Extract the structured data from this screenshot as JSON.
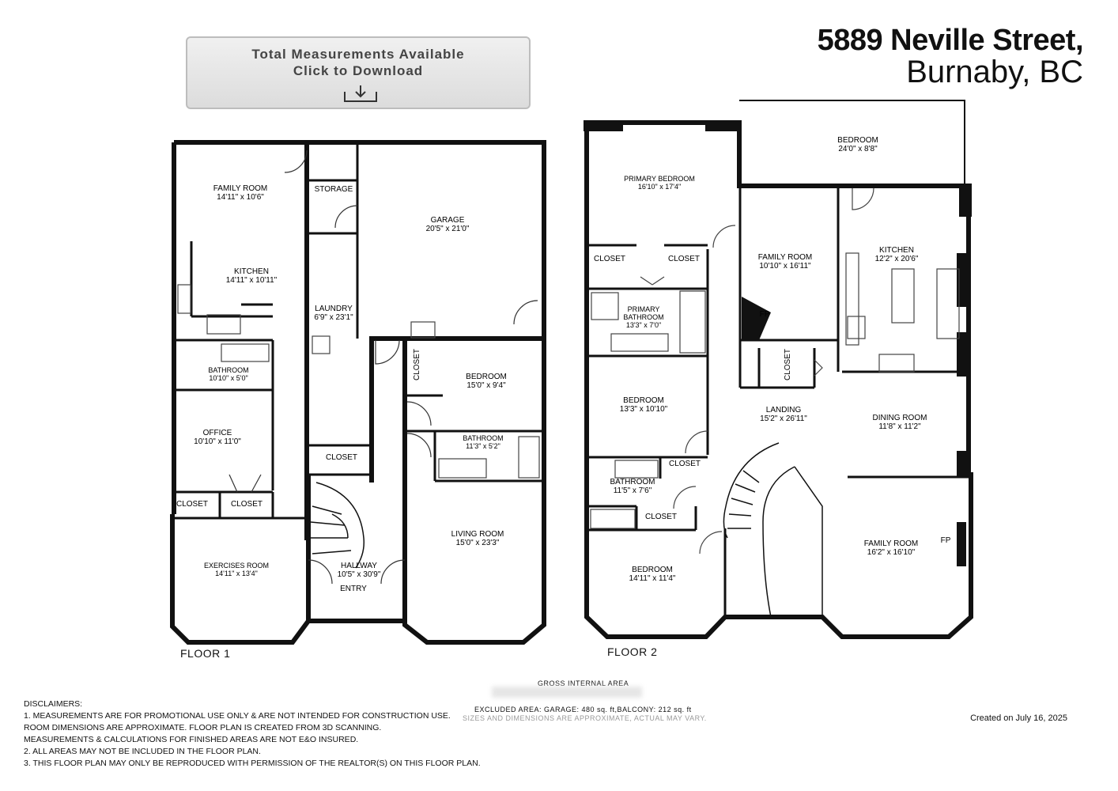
{
  "download": {
    "line1": "Total Measurements Available",
    "line2": "Click to Download",
    "icon": "download-icon"
  },
  "address": {
    "line1": "5889 Neville Street,",
    "line2": "Burnaby, BC"
  },
  "floors": [
    {
      "label": "FLOOR 1",
      "rooms": [
        {
          "name": "FAMILY ROOM",
          "dims": "14'11\" x 10'6\""
        },
        {
          "name": "KITCHEN",
          "dims": "14'11\" x 10'11\""
        },
        {
          "name": "BATHROOM",
          "dims": "10'10\" x 5'0\""
        },
        {
          "name": "OFFICE",
          "dims": "10'10\" x 11'0\""
        },
        {
          "name": "CLOSET",
          "dims": ""
        },
        {
          "name": "CLOSET",
          "dims": ""
        },
        {
          "name": "EXERCISES ROOM",
          "dims": "14'11\" x 13'4\""
        },
        {
          "name": "STORAGE",
          "dims": ""
        },
        {
          "name": "LAUNDRY",
          "dims": "6'9\" x 23'1\""
        },
        {
          "name": "CLOSET",
          "dims": ""
        },
        {
          "name": "HALLWAY",
          "dims": "10'5\" x 30'9\""
        },
        {
          "name": "ENTRY",
          "dims": ""
        },
        {
          "name": "GARAGE",
          "dims": "20'5\" x 21'0\""
        },
        {
          "name": "CLOSET",
          "dims": ""
        },
        {
          "name": "BEDROOM",
          "dims": "15'0\" x 9'4\""
        },
        {
          "name": "BATHROOM",
          "dims": "11'3\" x 5'2\""
        },
        {
          "name": "LIVING ROOM",
          "dims": "15'0\" x 23'3\""
        }
      ]
    },
    {
      "label": "FLOOR 2",
      "rooms": [
        {
          "name": "PRIMARY BEDROOM",
          "dims": "16'10\" x 17'4\""
        },
        {
          "name": "CLOSET",
          "dims": ""
        },
        {
          "name": "CLOSET",
          "dims": ""
        },
        {
          "name": "PRIMARY BATHROOM",
          "dims": "13'3\" x 7'0\""
        },
        {
          "name": "BEDROOM",
          "dims": "13'3\" x 10'10\""
        },
        {
          "name": "CLOSET",
          "dims": ""
        },
        {
          "name": "BATHROOM",
          "dims": "11'5\" x 7'6\""
        },
        {
          "name": "CLOSET",
          "dims": ""
        },
        {
          "name": "BEDROOM",
          "dims": "14'11\" x 11'4\""
        },
        {
          "name": "BEDROOM",
          "dims": "24'0\" x 8'8\""
        },
        {
          "name": "FAMILY ROOM",
          "dims": "10'10\" x 16'11\""
        },
        {
          "name": "FP",
          "dims": ""
        },
        {
          "name": "CLOSET",
          "dims": ""
        },
        {
          "name": "KITCHEN",
          "dims": "12'2\" x 20'6\""
        },
        {
          "name": "LANDING",
          "dims": "15'2\" x 26'11\""
        },
        {
          "name": "DINING ROOM",
          "dims": "11'8\" x 11'2\""
        },
        {
          "name": "FAMILY ROOM",
          "dims": "16'2\" x 16'10\""
        },
        {
          "name": "FP",
          "dims": ""
        }
      ]
    }
  ],
  "footer": {
    "disclaimers": [
      "DISCLAIMERS:",
      "1. MEASUREMENTS ARE FOR PROMOTIONAL USE ONLY & ARE NOT INTENDED FOR CONSTRUCTION USE.",
      "ROOM DIMENSIONS ARE APPROXIMATE. FLOOR PLAN IS CREATED FROM 3D SCANNING.",
      "MEASUREMENTS & CALCULATIONS FOR FINISHED AREAS ARE NOT E&O INSURED.",
      "2. ALL AREAS MAY NOT BE INCLUDED IN THE FLOOR PLAN.",
      "3. THIS FLOOR PLAN MAY ONLY BE REPRODUCED WITH PERMISSION OF THE REALTOR(S) ON THIS FLOOR PLAN."
    ],
    "gross_area_label": "GROSS INTERNAL AREA",
    "excluded_area": "EXCLUDED AREA: GARAGE: 480 sq. ft,BALCONY: 212 sq. ft",
    "approx_note": "SIZES AND DIMENSIONS ARE APPROXIMATE, ACTUAL MAY VARY.",
    "created": "Created on July 16, 2025"
  }
}
